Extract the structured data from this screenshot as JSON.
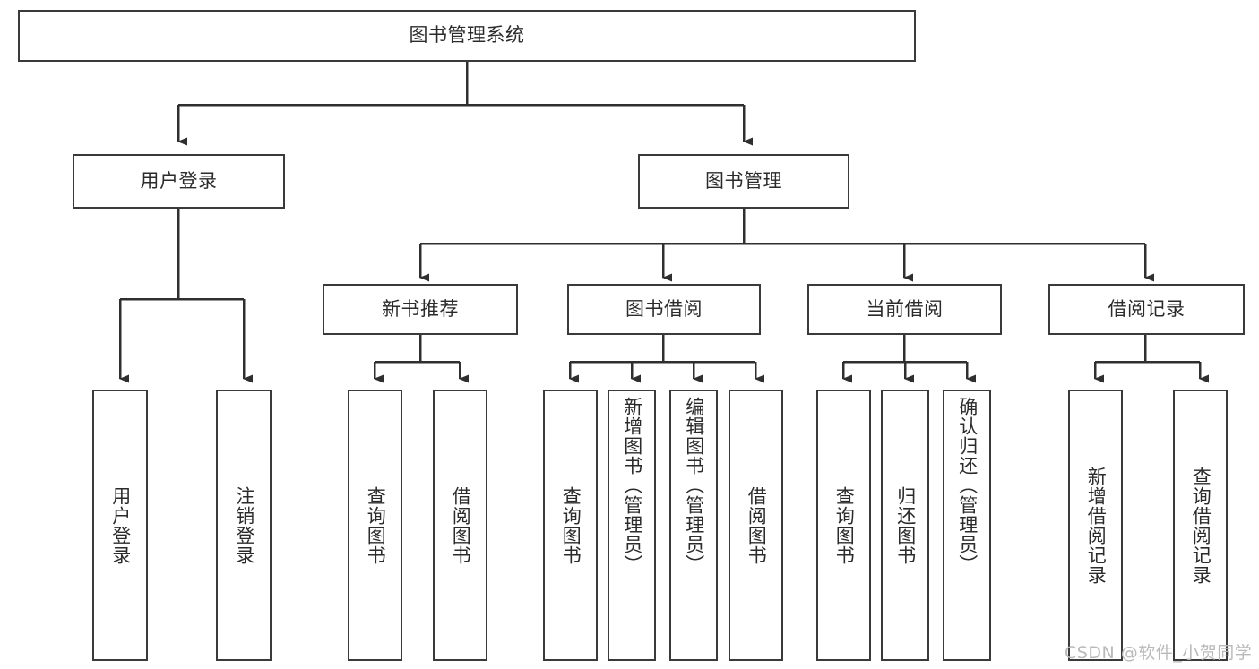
{
  "diagram": {
    "type": "tree-hierarchy-chart",
    "title": "图书管理系统",
    "orientation": "top-down",
    "line_color": "#3a3a3a",
    "box_fill": "#ffffff",
    "text_color": "#2b2b2b",
    "levels": 4,
    "root": {
      "label": "图书管理系统",
      "children": [
        {
          "label": "用户登录",
          "children": [
            {
              "label": "用户登录"
            },
            {
              "label": "注销登录"
            }
          ]
        },
        {
          "label": "图书管理",
          "children": [
            {
              "label": "新书推荐",
              "children": [
                {
                  "label": "查询图书"
                },
                {
                  "label": "借阅图书"
                }
              ]
            },
            {
              "label": "图书借阅",
              "children": [
                {
                  "label": "查询图书"
                },
                {
                  "label": "新增图书（管理员）"
                },
                {
                  "label": "编辑图书（管理员）"
                },
                {
                  "label": "借阅图书"
                }
              ]
            },
            {
              "label": "当前借阅",
              "children": [
                {
                  "label": "查询图书"
                },
                {
                  "label": "归还图书"
                },
                {
                  "label": "确认归还（管理员）"
                }
              ]
            },
            {
              "label": "借阅记录",
              "children": [
                {
                  "label": "新增借阅记录"
                },
                {
                  "label": "查询借阅记录"
                }
              ]
            }
          ]
        }
      ]
    }
  },
  "nodes": {
    "root": "图书管理系统",
    "l1": {
      "user_login": "用户登录",
      "book_manage": "图书管理"
    },
    "l2": {
      "new_book_rec": "新书推荐",
      "book_borrow": "图书借阅",
      "current_borrow": "当前借阅",
      "borrow_record": "借阅记录"
    },
    "l3": {
      "user_login_leaf": "用户登录",
      "logout_leaf": "注销登录",
      "rec_query_book": "查询图书",
      "rec_borrow_book": "借阅图书",
      "bb_query_book": "查询图书",
      "bb_add_book": "新增图书（管理员）",
      "bb_edit_book": "编辑图书（管理员）",
      "bb_borrow_book": "借阅图书",
      "cb_query_book": "查询图书",
      "cb_return_book": "归还图书",
      "cb_confirm_return": "确认归还（管理员）",
      "br_add_record": "新增借阅记录",
      "br_query_record": "查询借阅记录"
    }
  },
  "watermark": {
    "text": "CSDN @软件_小贺同学"
  }
}
